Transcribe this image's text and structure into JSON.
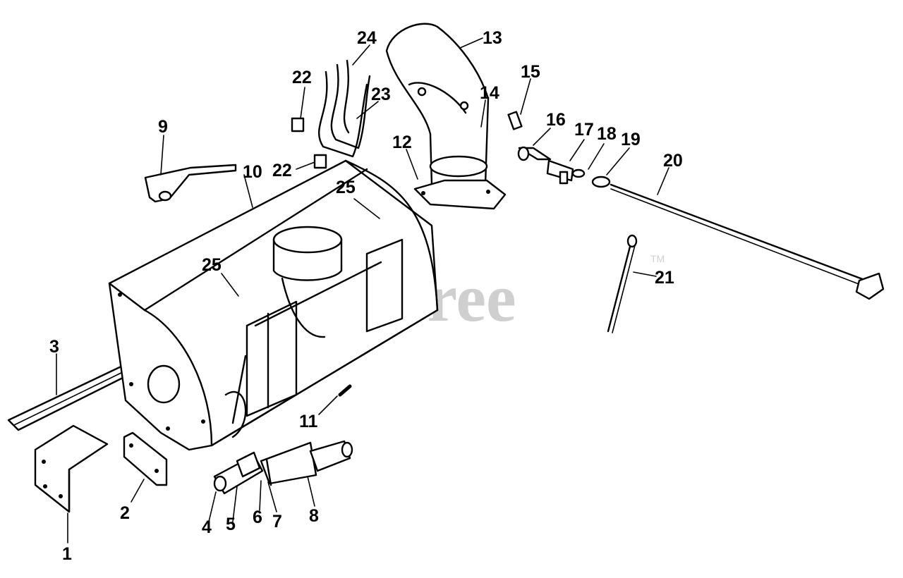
{
  "diagram": {
    "callouts": {
      "c1": "1",
      "c2": "2",
      "c3": "3",
      "c4": "4",
      "c5": "5",
      "c6": "6",
      "c7": "7",
      "c8": "8",
      "c9": "9",
      "c10": "10",
      "c11": "11",
      "c12": "12",
      "c13": "13",
      "c14": "14",
      "c15": "15",
      "c16": "16",
      "c17": "17",
      "c18": "18",
      "c19": "19",
      "c20": "20",
      "c21": "21",
      "c22a": "22",
      "c22b": "22",
      "c23": "23",
      "c24": "24",
      "c25a": "25",
      "c25b": "25"
    }
  },
  "watermark": {
    "brand": "PartsTree",
    "trademark": "TM",
    "color": "#cfcfcf"
  }
}
